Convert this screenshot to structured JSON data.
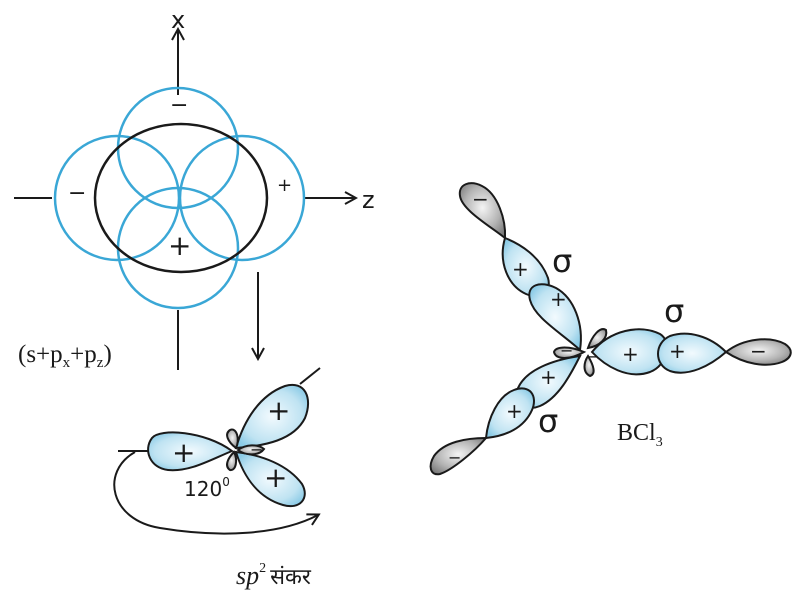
{
  "orbitals": {
    "axis_x": "x",
    "axis_z": "z",
    "sign_top": "−",
    "sign_left": "−",
    "sign_right": "+",
    "sign_bottom": "+",
    "combo_label": "(s+p",
    "combo_sub_x": "x",
    "combo_plus": "+p",
    "combo_sub_z": "z",
    "combo_close": ")"
  },
  "hybrid": {
    "sign_left": "+",
    "sign_upper": "+",
    "sign_lower": "+",
    "sign_center": "−",
    "angle": "120",
    "angle_sup": "0",
    "label_sp": "sp",
    "label_sup": "2",
    "label_hindi": "संकर"
  },
  "bcl3": {
    "sigma_upper": "σ",
    "sigma_right": "σ",
    "sigma_lower": "σ",
    "molecule": "BCl",
    "molecule_sub": "3",
    "plus_1": "+",
    "plus_2": "+",
    "plus_3": "+",
    "plus_4": "+",
    "plus_5": "+",
    "plus_6": "+",
    "minus_1": "−",
    "minus_2": "−",
    "minus_3": "−",
    "minus_4": "−",
    "minus_5": "−"
  },
  "colors": {
    "lobe_blue": "#bfe3f2",
    "circle_blue": "#3aa7d6",
    "lobe_grey": "#9a9a9a"
  }
}
